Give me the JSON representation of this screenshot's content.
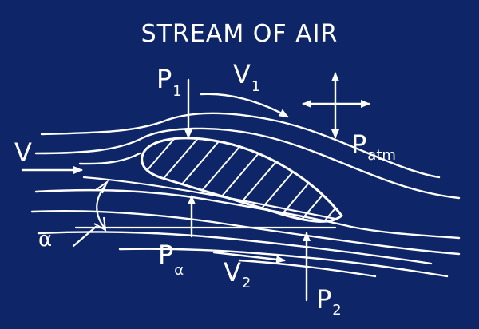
{
  "title": "STREAM OF AIR",
  "labels": {
    "v": "V",
    "p1_main": "P",
    "p1_sub": "1",
    "v1_main": "V",
    "v1_sub": "1",
    "patm_main": "P",
    "patm_sub": "atm",
    "alpha": "α",
    "pa_main": "P",
    "pa_sub": "α",
    "v2_main": "V",
    "v2_sub": "2",
    "p2_main": "P",
    "p2_sub": "2"
  },
  "colors": {
    "background": "#0e2667",
    "ink": "#ffffff"
  }
}
